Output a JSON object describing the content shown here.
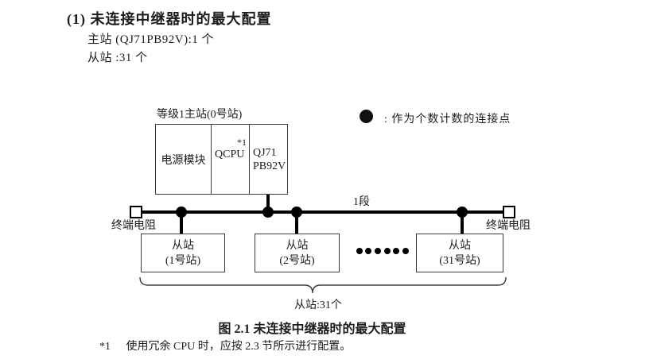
{
  "document": {
    "heading": "(1) 未连接中继器时的最大配置",
    "spec_line_master": "主站 (QJ71PB92V):1 个",
    "spec_line_slave": "从站 :31 个",
    "figure_caption": "图 2.1 未连接中继器时的最大配置",
    "footnote": {
      "marker": "*1",
      "text": "使用冗余 CPU 时，应按 2.3 节所示进行配置。"
    }
  },
  "diagram": {
    "master_station_label": "等级1主站(0号站)",
    "modules": {
      "power": "电源模块",
      "cpu": "QCPU",
      "cpu_note": "*1",
      "pb92v_line1": "QJ71",
      "pb92v_line2": "PB92V"
    },
    "legend": {
      "symbol": "connection-point-dot",
      "text": ": 作为个数计数的连接点"
    },
    "segment_label": "1段",
    "terminator_label": "终端电阻",
    "slaves": [
      {
        "line1": "从站",
        "line2": "(1号站)"
      },
      {
        "line1": "从站",
        "line2": "(2号站)"
      },
      {
        "line1": "从站",
        "line2": "(31号站)"
      }
    ],
    "brace_label": "从站:31个",
    "colors": {
      "line": "#000000",
      "border": "#3c3c3c",
      "text": "#1c1c1c"
    }
  }
}
